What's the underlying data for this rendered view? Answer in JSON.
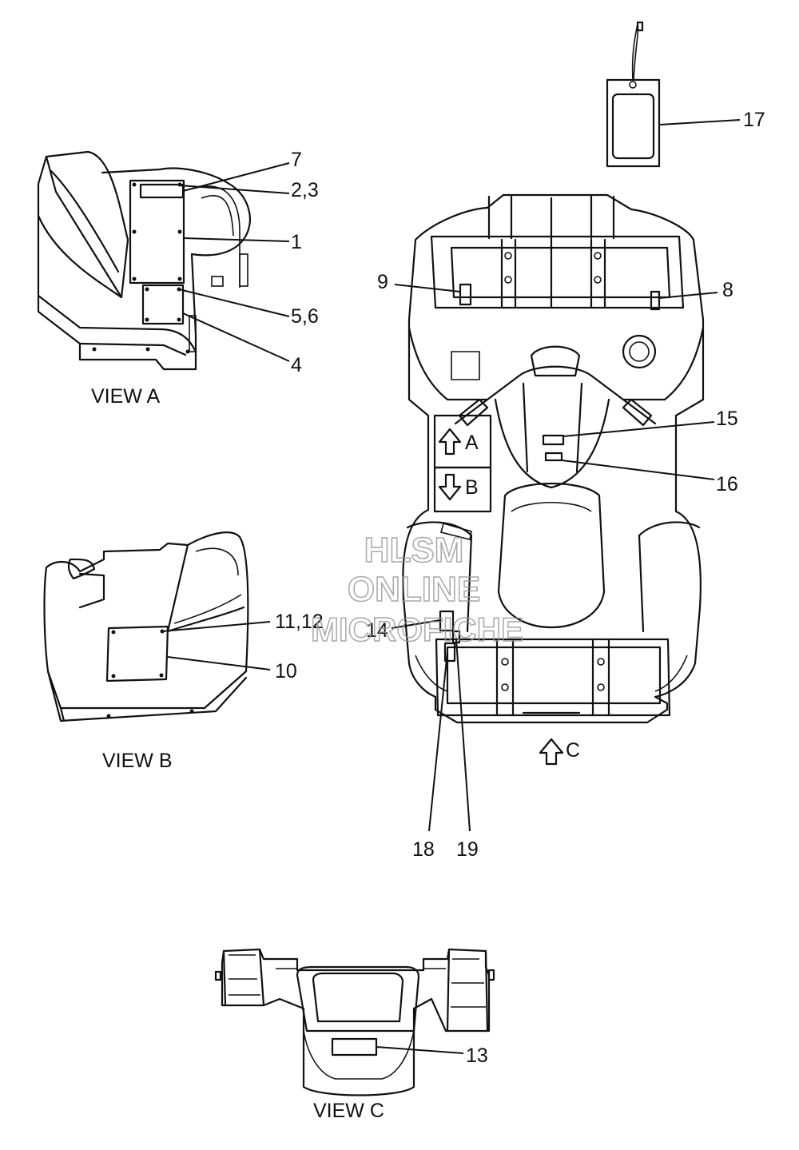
{
  "labels": {
    "l1": "1",
    "l23": "2,3",
    "l4": "4",
    "l56": "5,6",
    "l7": "7",
    "l8": "8",
    "l9": "9",
    "l10": "10",
    "l1112": "11,12",
    "l13": "13",
    "l14": "14",
    "l15": "15",
    "l16": "16",
    "l17": "17",
    "l18": "18",
    "l19": "19"
  },
  "arrows": {
    "a": "A",
    "b": "B",
    "c": "C"
  },
  "views": {
    "view_a": "VIEW A",
    "view_b": "VIEW B",
    "view_c": "VIEW C"
  },
  "watermark": {
    "line1": "HLSM",
    "line2": "ONLINE",
    "line3": "MICROFICHE"
  }
}
